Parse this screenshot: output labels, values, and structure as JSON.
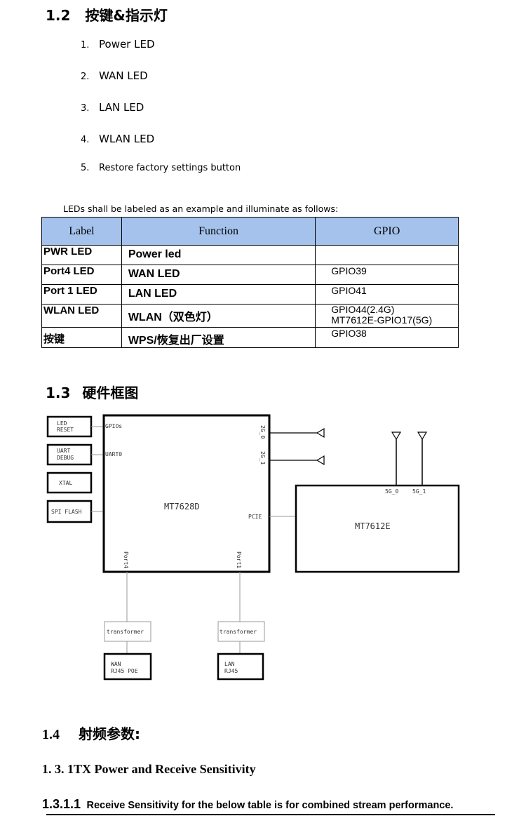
{
  "sec12": {
    "num": "1.2",
    "title": "按键&指示灯"
  },
  "items": [
    {
      "n": "1.",
      "text": "Power LED"
    },
    {
      "n": "2.",
      "text": "WAN LED"
    },
    {
      "n": "3.",
      "text": "LAN LED"
    },
    {
      "n": "4.",
      "text": "WLAN LED"
    },
    {
      "n": "5.",
      "text": "Restore factory settings button"
    }
  ],
  "intro": "LEDs shall be labeled as an example and illuminate as follows:",
  "table": {
    "headers": [
      "Label",
      "Function",
      "GPIO"
    ],
    "rows": [
      {
        "label": "PWR LED",
        "function": "Power led",
        "gpio": ""
      },
      {
        "label": "Port4 LED",
        "function": "WAN LED",
        "gpio": "GPIO39"
      },
      {
        "label": "Port 1 LED",
        "function": "LAN LED",
        "gpio": "GPIO41"
      },
      {
        "label": "WLAN LED",
        "function": "WLAN（双色灯）",
        "gpio": "GPIO44(2.4G)",
        "gpio2": "MT7612E-GPIO17(5G)"
      },
      {
        "label": "按键",
        "function": "WPS/恢复出厂设置",
        "gpio": "GPIO38"
      }
    ]
  },
  "sec13": {
    "num": "1.3",
    "title": "硬件框图"
  },
  "diagram": {
    "led_reset": [
      "LED",
      "RESET"
    ],
    "uart_debug": [
      "UART",
      "DEBUG"
    ],
    "xtal": "XTAL",
    "spi_flash": "SPI FLASH",
    "gpios": "GPIOs",
    "uart0": "UART0",
    "mt7628d": "MT7628D",
    "pcie": "PCIE",
    "port4": "Port4",
    "port1": "Port1",
    "g2_0": "2G_0",
    "g2_1": "2G_1",
    "mt7612e": "MT7612E",
    "g5_0": "5G_0",
    "g5_1": "5G_1",
    "transformer1": "transformer",
    "transformer2": "transformer",
    "wan": [
      "WAN",
      "RJ45 POE"
    ],
    "lan": [
      "LAN",
      "RJ45"
    ]
  },
  "sec14": {
    "num": "1.4",
    "title": "射频参数:"
  },
  "sec131": "1. 3. 1TX Power and Receive Sensitivity",
  "sec1311": {
    "num": "1.3.1.1",
    "title": "Receive Sensitivity for the below table is for combined stream performance."
  }
}
